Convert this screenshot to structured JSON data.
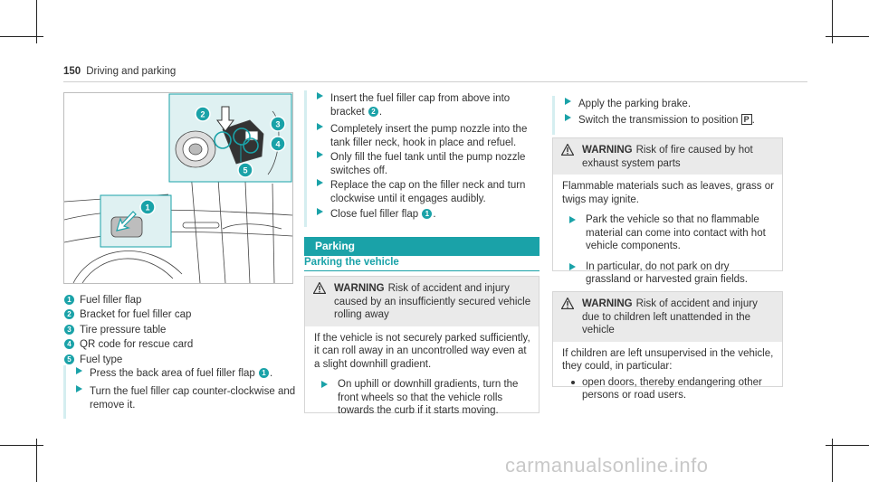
{
  "header": {
    "page_number": "150",
    "section": "Driving and parking"
  },
  "figure": {
    "callouts": [
      "1",
      "2",
      "3",
      "4",
      "5"
    ]
  },
  "legend": [
    {
      "n": "1",
      "text": "Fuel filler flap"
    },
    {
      "n": "2",
      "text": "Bracket for fuel filler cap"
    },
    {
      "n": "3",
      "text": "Tire pressure table"
    },
    {
      "n": "4",
      "text": "QR code for rescue card"
    },
    {
      "n": "5",
      "text": "Fuel type"
    }
  ],
  "col1_steps": {
    "s1_pre": "Press the back area of fuel filler flap",
    "s1_ref": "1",
    "s1_post": ".",
    "s2": "Turn the fuel filler cap counter-clockwise and remove it."
  },
  "col2_steps": {
    "s1_pre": "Insert the fuel filler cap from above into bracket",
    "s1_ref": "2",
    "s1_post": ".",
    "s2": "Completely insert the pump nozzle into the tank filler neck, hook in place and refuel.",
    "s3": "Only fill the fuel tank until the pump nozzle switches off.",
    "s4": "Replace the cap on the filler neck and turn clockwise until it engages audibly.",
    "s5_pre": "Close fuel filler flap",
    "s5_ref": "1",
    "s5_post": "."
  },
  "parking": {
    "band": "Parking",
    "subheading": "Parking the vehicle"
  },
  "warning1": {
    "label": "WARNING",
    "title": "Risk of accident and injury caused by an insufficiently secured vehicle rolling away",
    "body": "If the vehicle is not securely parked sufficiently, it can roll away in an uncontrolled way even at a slight downhill gradient.",
    "step": "On uphill or downhill gradients, turn the front wheels so that the vehicle rolls towards the curb if it starts moving."
  },
  "col3_steps": {
    "s1": "Apply the parking brake.",
    "s2_pre": "Switch the transmission to position",
    "s2_sym": "P",
    "s2_post": "."
  },
  "warning2": {
    "label": "WARNING",
    "title": "Risk of fire caused by hot exhaust system parts",
    "body": "Flammable materials such as leaves, grass or twigs may ignite.",
    "step1": "Park the vehicle so that no flammable material can come into contact with hot vehicle components.",
    "step2": "In particular, do not park on dry grassland or harvested grain fields."
  },
  "warning3": {
    "label": "WARNING",
    "title": "Risk of accident and injury due to children left unattended in the vehicle",
    "body": "If children are left unsupervised in the vehicle, they could, in particular:",
    "bullet": "open doors, thereby endangering other persons or road users."
  },
  "watermark": "carmanualsonline.info",
  "colors": {
    "accent": "#1aa2a8",
    "light_accent": "#d5eef0",
    "warning_bg": "#eaeaea"
  }
}
